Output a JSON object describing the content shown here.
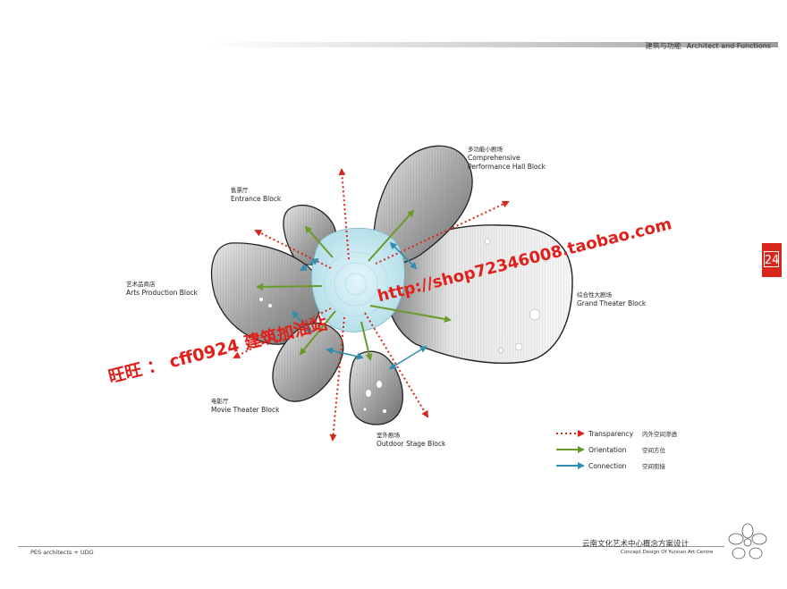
{
  "header": {
    "cn": "建筑与功能",
    "en": "Architect and Functions"
  },
  "page_number": "24",
  "blocks": {
    "comprehensive": {
      "cn": "多功能小剧场",
      "en1": "Comprehensive",
      "en2": "Performance Hall Block"
    },
    "entrance": {
      "cn": "售票厅",
      "en": "Entrance Block"
    },
    "arts": {
      "cn": "艺术品商店",
      "en": "Arts Production Block"
    },
    "grand": {
      "cn": "综合性大剧场",
      "en": "Grand Theater Block"
    },
    "movie": {
      "cn": "电影厅",
      "en": "Movie Theater Block"
    },
    "outdoor": {
      "cn": "室外剧场",
      "en": "Outdoor Stage Block"
    }
  },
  "legend": [
    {
      "label": "Transparency",
      "cn": "内外空间渗透",
      "color": "#d9261c",
      "style": "dotted"
    },
    {
      "label": "Orientation",
      "cn": "空间方位",
      "color": "#6a9a2a",
      "style": "solid"
    },
    {
      "label": "Connection",
      "cn": "空间衔接",
      "color": "#2f8fb0",
      "style": "solid"
    }
  ],
  "watermarks": {
    "wangwang": "旺旺 ： cff0924  建筑加油站",
    "shop": "http://shop72346008.taobao.com"
  },
  "footer": {
    "left": "PES architects + UDG",
    "right_cn": "云南文化艺术中心概念方案设计",
    "right_en": "Concept Design Of Yunnan Art Centre"
  },
  "colors": {
    "accent": "#d9261c",
    "hub": "#bfe6ef",
    "petal": "#8a8a8a"
  }
}
